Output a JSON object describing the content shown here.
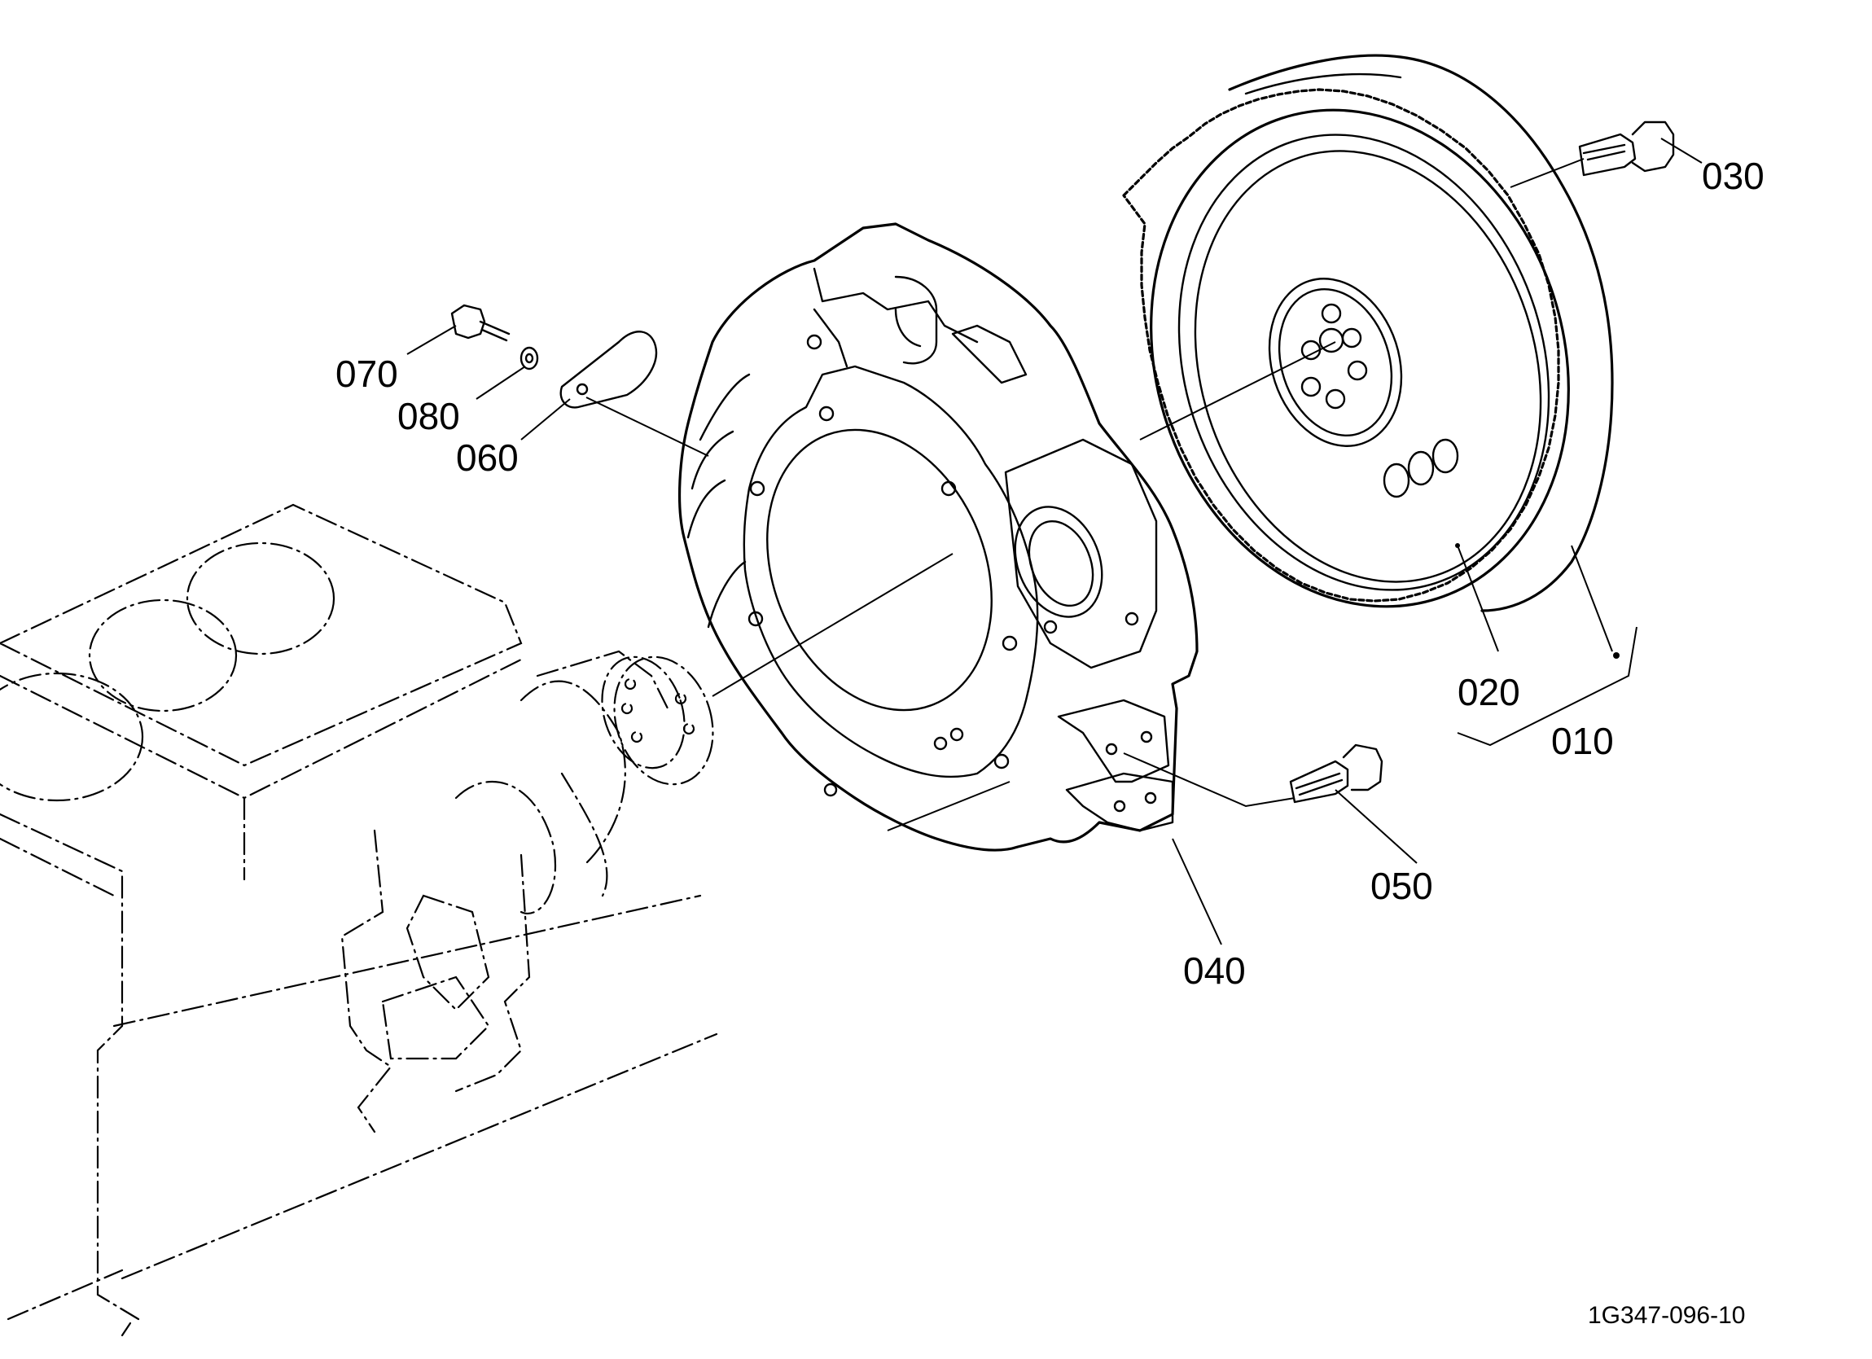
{
  "labels": {
    "p010": "010",
    "p020": "020",
    "p030": "030",
    "p040": "040",
    "p050": "050",
    "p060": "060",
    "p070": "070",
    "p080": "080"
  },
  "drawing_number": "1G347-096-10"
}
